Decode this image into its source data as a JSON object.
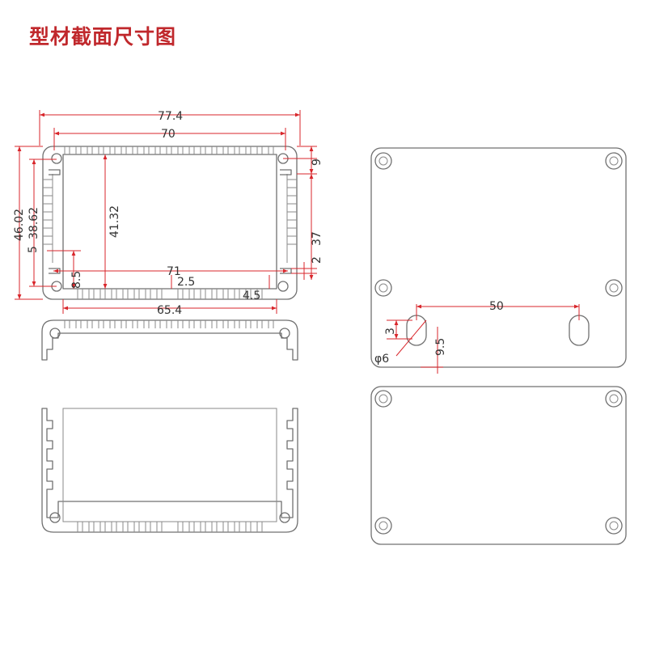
{
  "title": "型材截面尺寸图",
  "colors": {
    "dimension": "#d8262b",
    "outline": "#707070",
    "title": "#c0282c"
  },
  "dimensions": {
    "overall_width": "77.4",
    "inner_width": "70",
    "overall_height": "46.02",
    "height_38": "38.62",
    "height_41": "41.32",
    "slot_9": "9",
    "side_37": "37",
    "side_2": "2",
    "slot_5": "5",
    "gap_85": "8.5",
    "rail_71": "71",
    "gap_25": "2.5",
    "gap_45": "4.5",
    "bottom_654": "65.4"
  },
  "panel_dimensions": {
    "hole_spacing": "50",
    "slot_3": "3",
    "dia_6": "φ6",
    "offset_95": "9.5"
  }
}
